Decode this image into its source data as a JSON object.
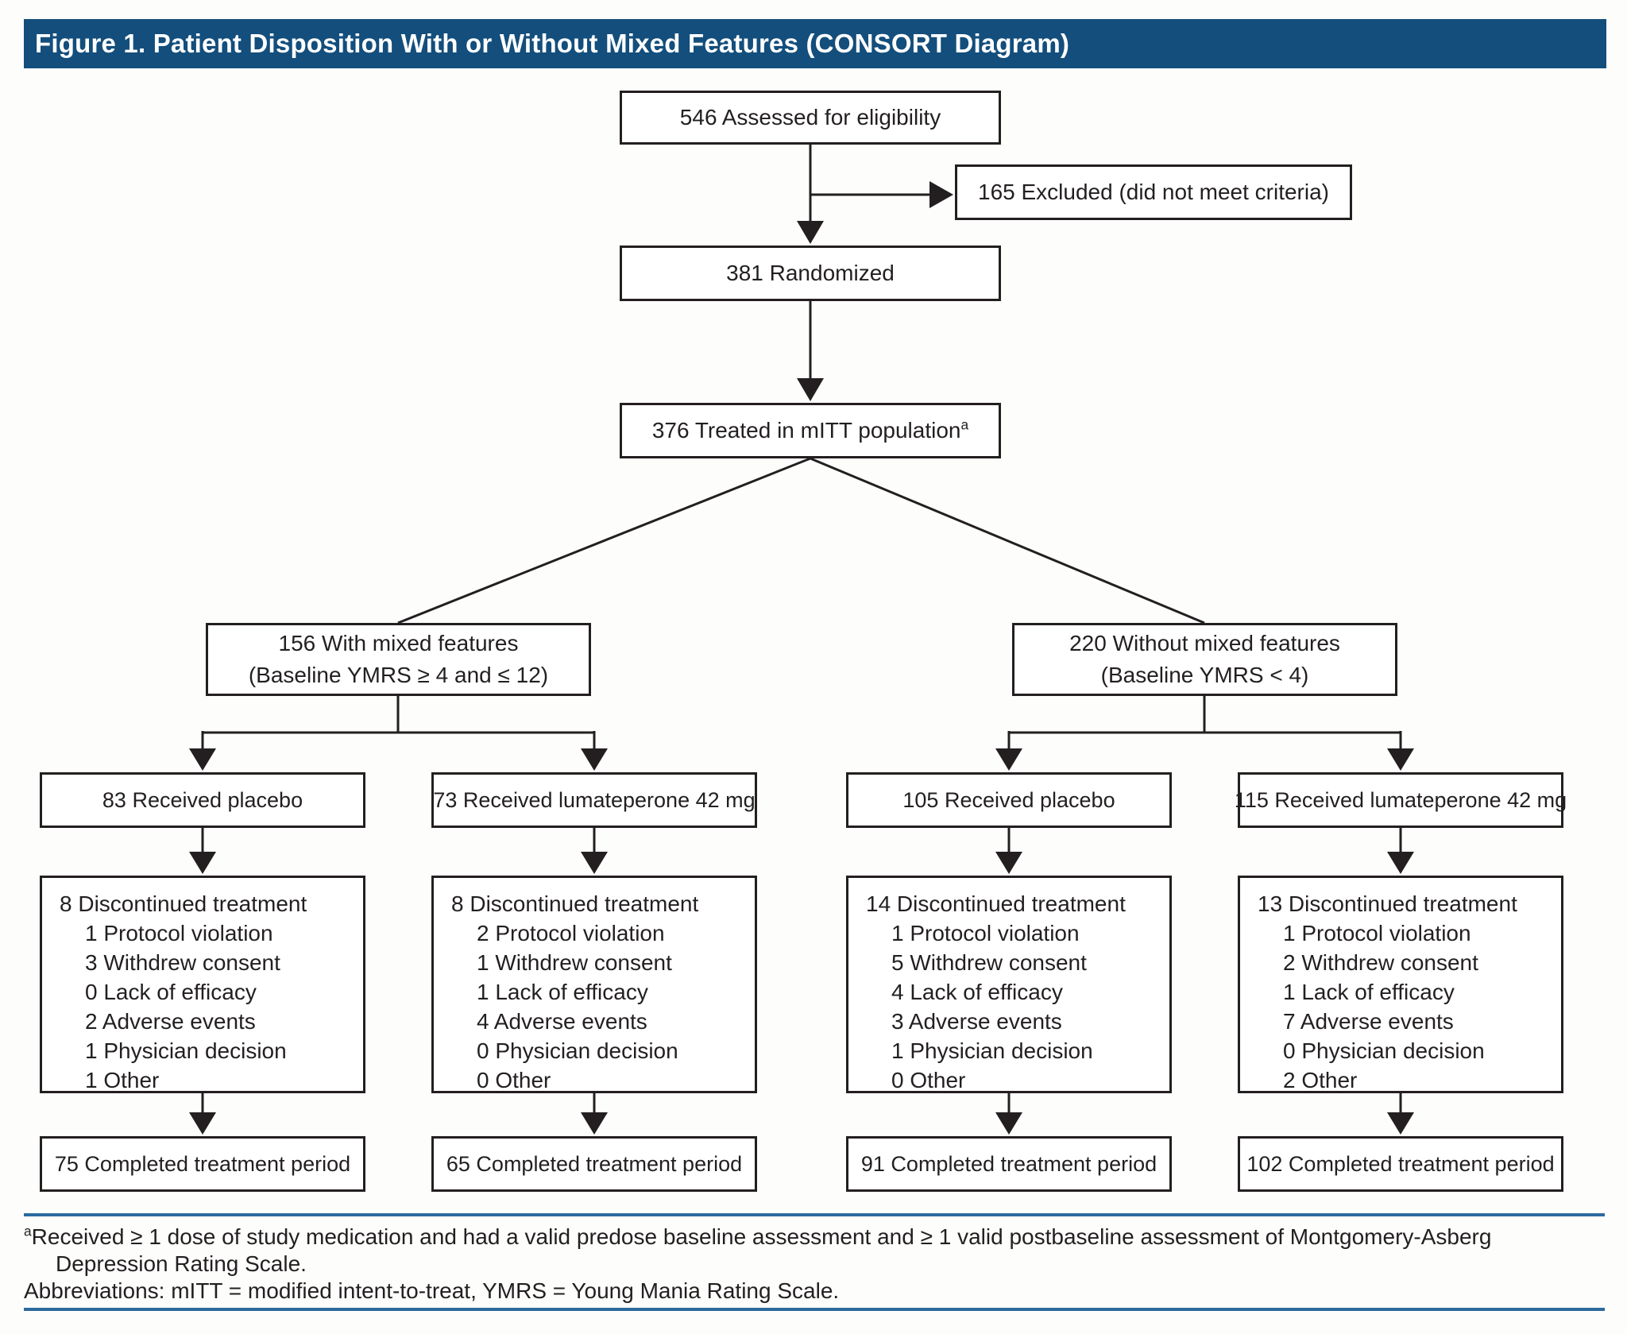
{
  "figure": {
    "title": "Figure 1. Patient Disposition With or Without Mixed Features (CONSORT Diagram)"
  },
  "flow": {
    "assessed": "546 Assessed for eligibility",
    "excluded": "165 Excluded (did not meet criteria)",
    "randomized": "381 Randomized",
    "treated": "376 Treated in mITT population",
    "treated_sup": "a",
    "branches": [
      {
        "line1": "156 With mixed features",
        "line2": "(Baseline YMRS ≥ 4 and ≤ 12)"
      },
      {
        "line1": "220 Without mixed features",
        "line2": "(Baseline YMRS < 4)"
      }
    ],
    "arms": [
      {
        "received": "83 Received placebo",
        "discontinued": "8 Discontinued treatment",
        "reasons": [
          "1 Protocol violation",
          "3 Withdrew consent",
          "0 Lack of efficacy",
          "2 Adverse events",
          "1 Physician decision",
          "1 Other"
        ],
        "completed": "75 Completed treatment period"
      },
      {
        "received": "73 Received lumateperone 42 mg",
        "discontinued": "8 Discontinued treatment",
        "reasons": [
          "2 Protocol violation",
          "1 Withdrew consent",
          "1 Lack of efficacy",
          "4 Adverse events",
          "0 Physician decision",
          "0 Other"
        ],
        "completed": "65 Completed treatment period"
      },
      {
        "received": "105 Received placebo",
        "discontinued": "14 Discontinued treatment",
        "reasons": [
          "1 Protocol violation",
          "5 Withdrew consent",
          "4 Lack of efficacy",
          "3 Adverse events",
          "1 Physician decision",
          "0 Other"
        ],
        "completed": "91 Completed treatment period"
      },
      {
        "received": "115 Received lumateperone 42 mg",
        "discontinued": "13 Discontinued treatment",
        "reasons": [
          "1 Protocol violation",
          "2 Withdrew consent",
          "1 Lack of efficacy",
          "7 Adverse events",
          "0 Physician decision",
          "2 Other"
        ],
        "completed": "102 Completed treatment period"
      }
    ]
  },
  "footnotes": {
    "sup": "a",
    "note_line1": "Received ≥ 1 dose of study medication and had a valid predose baseline assessment and ≥ 1 valid postbaseline assessment of Montgomery-Asberg",
    "note_line2": "Depression Rating Scale.",
    "abbreviations": "Abbreviations: mITT = modified intent-to-treat, YMRS = Young Mania Rating Scale."
  },
  "colors": {
    "title_bar": "#134e7c",
    "rule_blue": "#2b6a9e",
    "ink": "#231f20"
  }
}
